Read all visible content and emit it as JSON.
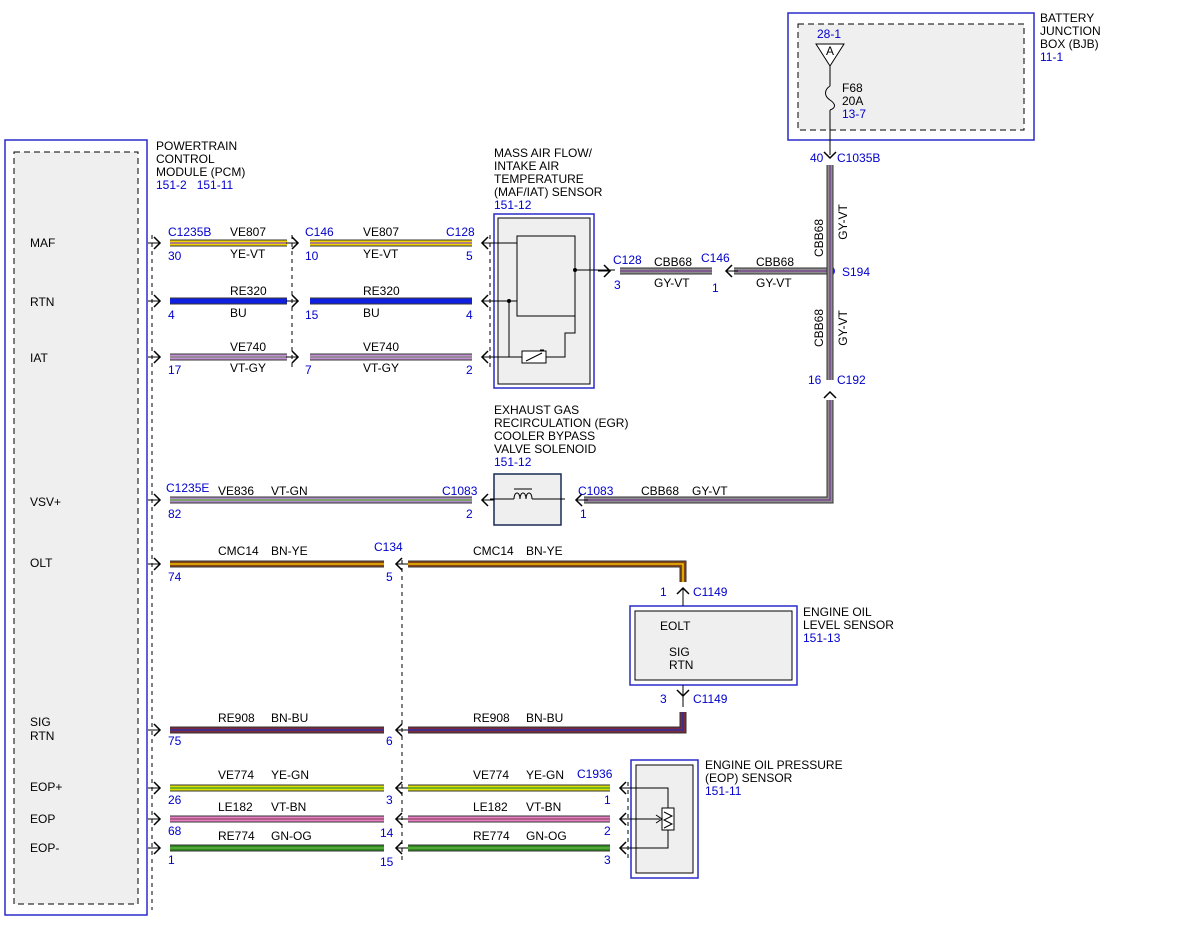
{
  "colors": {
    "YE-VT": [
      "#f2d400",
      "#9a5fb0"
    ],
    "BU": [
      "#1020e0",
      "#1020e0"
    ],
    "VT-GY": [
      "#c090d0",
      "#888888"
    ],
    "VT-GN": [
      "#b08cc8",
      "#6aaa4a"
    ],
    "GY-VT": [
      "#8e8e8e",
      "#7a4a90"
    ],
    "BN-YE": [
      "#8b4513",
      "#f0c000"
    ],
    "BN-BU": [
      "#7a2a3a",
      "#3030a0"
    ],
    "YE-GN": [
      "#e0e000",
      "#50a030"
    ],
    "VT-BN": [
      "#e880c8",
      "#a05070"
    ],
    "GN-OG": [
      "#2e8a1e",
      "#60b040"
    ]
  },
  "pcm": {
    "title": [
      "POWERTRAIN",
      "CONTROL",
      "MODULE (PCM)"
    ],
    "refs": "151-2   151-11",
    "pins": [
      "MAF",
      "RTN",
      "IAT",
      "VSV+",
      "OLT",
      "SIG",
      "RTN",
      "EOP+",
      "EOP",
      "EOP-"
    ]
  },
  "bjb": {
    "title": [
      "BATTERY",
      "JUNCTION",
      "BOX (BJB)"
    ],
    "ref": "11-1",
    "fuse_ref_top": "28-1",
    "fuse_symbol": "A",
    "fuse_name": "F68",
    "fuse_rating": "20A",
    "fuse_ref": "13-7",
    "conn_pin": "40",
    "conn": "C1035B"
  },
  "maf": {
    "title": [
      "MASS AIR FLOW/",
      "INTAKE AIR",
      "TEMPERATURE",
      "(MAF/IAT) SENSOR"
    ],
    "ref": "151-12"
  },
  "egr": {
    "title": [
      "EXHAUST GAS",
      "RECIRCULATION (EGR)",
      "COOLER BYPASS",
      "VALVE SOLENOID"
    ],
    "ref": "151-12"
  },
  "eol": {
    "title": [
      "ENGINE OIL",
      "LEVEL SENSOR"
    ],
    "ref": "151-13",
    "pins": [
      "EOLT",
      "SIG",
      "RTN"
    ],
    "conn": "C1149",
    "pin_top": "1",
    "pin_bottom": "3"
  },
  "eop": {
    "title": [
      "ENGINE OIL PRESSURE",
      "(EOP) SENSOR"
    ],
    "ref": "151-11"
  },
  "splice": {
    "name": "S194",
    "vertical_circuit": "CBB68",
    "vertical_color": "GY-VT",
    "c192_pin": "16",
    "c192": "C192"
  },
  "wires": {
    "maf": {
      "c1": "C1235B",
      "p1": "30",
      "circ1": "VE807",
      "col1": "YE-VT",
      "c2": "C146",
      "p2": "10",
      "circ2": "VE807",
      "col2": "YE-VT",
      "c3": "C128",
      "p3": "5"
    },
    "rtn": {
      "p1": "4",
      "circ1": "RE320",
      "col1": "BU",
      "p2": "15",
      "circ2": "RE320",
      "col2": "BU",
      "p3": "4"
    },
    "iat": {
      "p1": "17",
      "circ1": "VE740",
      "col1": "VT-GY",
      "p2": "7",
      "circ2": "VE740",
      "col2": "VT-GY",
      "p3": "2"
    },
    "maf_out": {
      "c1": "C128",
      "p1": "3",
      "circ1": "CBB68",
      "col1": "GY-VT",
      "c2": "C146",
      "p2": "1",
      "circ2": "CBB68",
      "col2": "GY-VT"
    },
    "vsv": {
      "c1": "C1235E",
      "p1": "82",
      "circ": "VE836",
      "col": "VT-GN",
      "c2": "C1083",
      "p2": "2",
      "c3": "C1083",
      "p3": "1",
      "circ3": "CBB68",
      "col3": "GY-VT"
    },
    "olt": {
      "p1": "74",
      "circ1": "CMC14",
      "col1": "BN-YE",
      "c2": "C134",
      "p2": "5",
      "circ2": "CMC14",
      "col2": "BN-YE"
    },
    "sig": {
      "p1": "75",
      "circ1": "RE908",
      "col1": "BN-BU",
      "p2": "6",
      "circ2": "RE908",
      "col2": "BN-BU"
    },
    "eopp": {
      "p1": "26",
      "circ1": "VE774",
      "col1": "YE-GN",
      "p2": "3",
      "circ2": "VE774",
      "col2": "YE-GN",
      "c3": "C1936",
      "p3": "1"
    },
    "eop": {
      "p1": "68",
      "circ1": "LE182",
      "col1": "VT-BN",
      "p2": "14",
      "circ2": "LE182",
      "col2": "VT-BN",
      "p3": "2"
    },
    "eopm": {
      "p1": "1",
      "circ1": "RE774",
      "col1": "GN-OG",
      "p2": "15",
      "circ2": "RE774",
      "col2": "GN-OG",
      "p3": "3"
    }
  }
}
